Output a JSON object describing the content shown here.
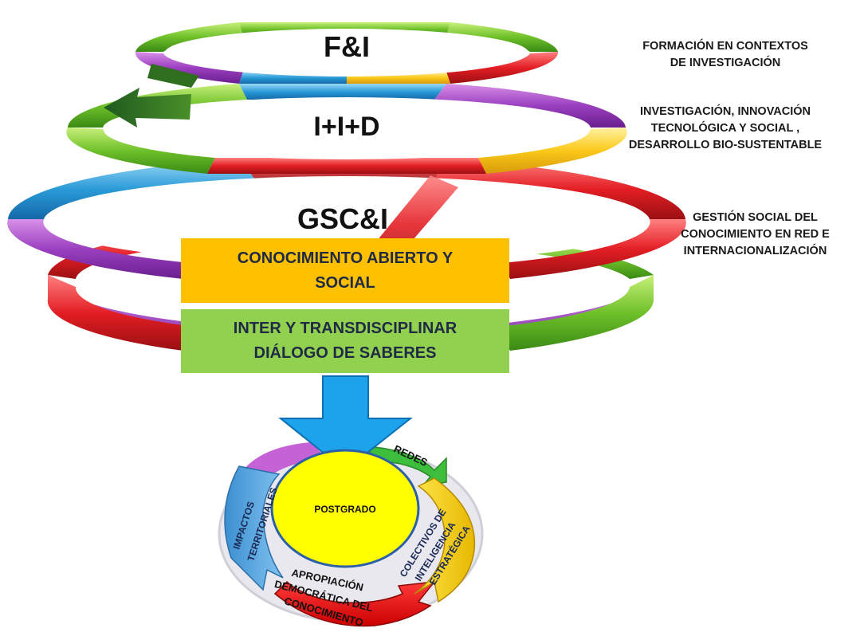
{
  "rings": [
    {
      "title": "F&I",
      "description": "FORMACIÓN EN CONTEXTOS\nDE INVESTIGACIÓN"
    },
    {
      "title": "I+I+D",
      "description": "INVESTIGACIÓN, INNOVACIÓN\nTECNOLÓGICA Y SOCIAL ,\nDESARROLLO BIO-SUSTENTABLE"
    },
    {
      "title": "GSC&I",
      "description": "GESTIÓN SOCIAL DEL\nCONOCIMIENTO EN RED E\nINTERNACIONALIZACIÓN"
    }
  ],
  "boxes": {
    "open_knowledge": "CONOCIMIENTO ABIERTO Y\nSOCIAL",
    "dialogue": "INTER Y TRANSDISCIPLINAR\nDIÁLOGO DE SABERES"
  },
  "cycle": {
    "center": "POSTGRADO",
    "segments": {
      "redes": "REDES",
      "impactos_1": "IMPACTOS",
      "impactos_2": "TERRITORIALES",
      "apropiacion_1": "APROPIACIÓN",
      "apropiacion_2": "DEMOCRÁTICA DEL",
      "apropiacion_3": "CONOCIMIENTO",
      "colectivos_1": "COLECTIVOS DE",
      "colectivos_2": "INTELIGENCIA",
      "colectivos_3": "ESTRATÉGICA"
    }
  },
  "colors": {
    "orange_box": "#FFC000",
    "green_box": "#92D050",
    "arrow_blue": "#1CA3EC",
    "center_yellow": "#FFFF00",
    "segment_blue": "#4FA3DC",
    "segment_red": "#E31E24",
    "segment_yellow": "#F7D418",
    "segment_green": "#3DBE3D",
    "segment_purple": "#C462D6"
  }
}
